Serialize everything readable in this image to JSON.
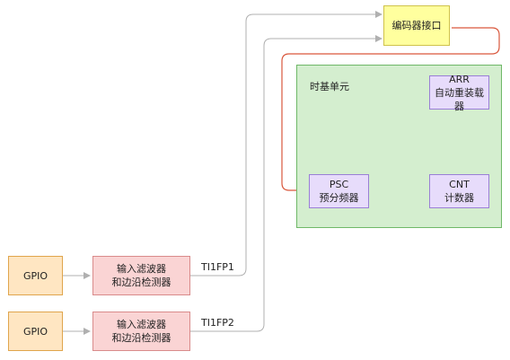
{
  "diagram": {
    "encoder_interface": "编码器接口",
    "timebase_title": "时基单元",
    "arr": {
      "line1": "ARR",
      "line2": "自动重装载器"
    },
    "psc": {
      "line1": "PSC",
      "line2": "预分频器"
    },
    "cnt": {
      "line1": "CNT",
      "line2": "计数器"
    },
    "gpio_1": "GPIO",
    "gpio_2": "GPIO",
    "filter_1": {
      "line1": "输入滤波器",
      "line2": "和边沿检测器"
    },
    "filter_2": {
      "line1": "输入滤波器",
      "line2": "和边沿检测器"
    },
    "signal_1": "TI1FP1",
    "signal_2": "TI1FP2"
  },
  "colors": {
    "arrow_gray": "#b0b0b0",
    "arrow_red": "#d9573c",
    "double_arrow_fill": "#e6e6e6"
  }
}
